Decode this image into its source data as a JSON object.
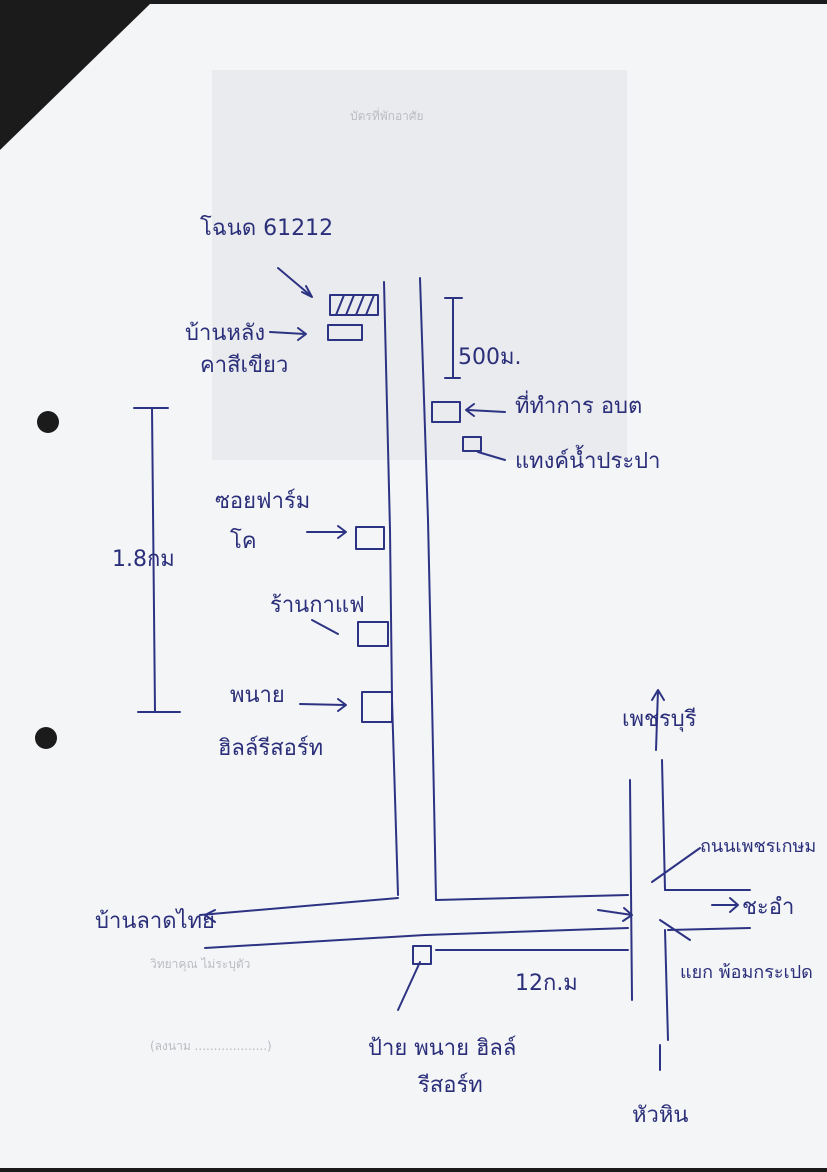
{
  "map": {
    "labels": {
      "house_number": "โฉนด 61212",
      "green_roof_house_line1": "บ้านหลัง",
      "green_roof_house_line2": "คาสีเขียว",
      "distance_500m": "500ม.",
      "wat_landmark": "ที่ทำการ อบต",
      "cassava_sign": "แทงค์น้ำประปา",
      "farm_alley_line1": "ซอยฟาร์ม",
      "farm_alley_line2": "โค",
      "coffee_shop": "ร้านกาแฟ",
      "resort_line1": "พนาย",
      "resort_line2": "ฮิลล์รีสอร์ท",
      "distance_18km": "1.8กม",
      "phetchaburi": "เพชรบุรี",
      "phetkasem_road": "ถนนเพชรเกษม",
      "cha_am": "ชะอำ",
      "ban_lat_left": "บ้านลาดไทย",
      "distance_12km": "12ก.ม",
      "junction": "แยก พ้อมกระเปด",
      "sign_line1": "ป้าย พนาย ฮิลล์",
      "sign_line2": "รีสอร์ท",
      "hua_hin": "หัวหิน"
    },
    "ghost": {
      "form_title": "บัตรที่พักอาศัย",
      "footer_left": "วิทยาคุณ ไม่ระบุตัว",
      "footer_sig": "(ลงนาม ...................)"
    }
  }
}
